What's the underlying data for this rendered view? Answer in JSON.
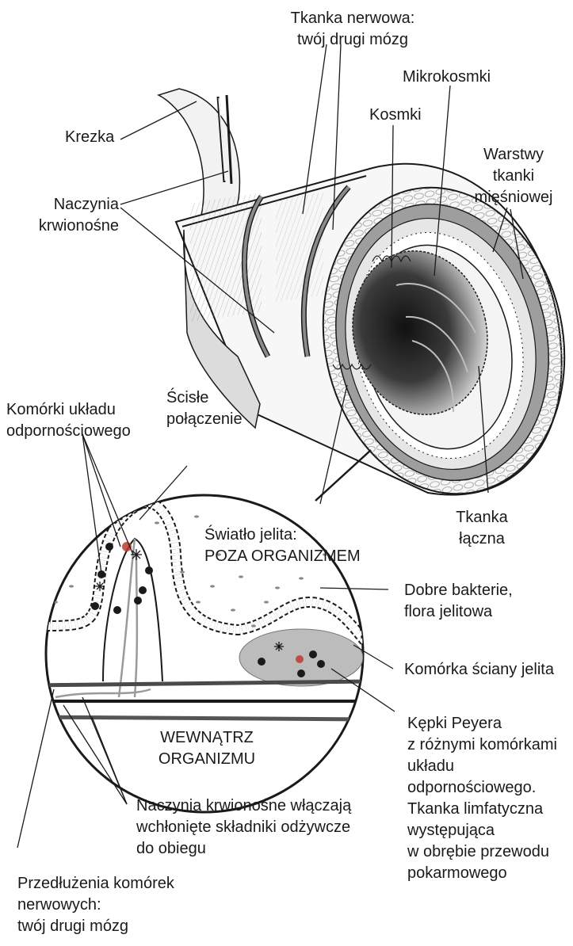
{
  "labels": {
    "nerve_tissue_top": [
      "Tkanka nerwowa:",
      "twój drugi mózg"
    ],
    "microvilli": [
      "Mikrokosmki"
    ],
    "villi": [
      "Kosmki"
    ],
    "mesentery": [
      "Krezka"
    ],
    "muscle_layers": [
      "Warstwy",
      "tkanki",
      "mięśniowej"
    ],
    "blood_vessels": [
      "Naczynia",
      "krwionośne"
    ],
    "immune_cells": [
      "Komórki układu",
      "odpornościowego"
    ],
    "tight_junction": [
      "Ścisłe",
      "połączenie"
    ],
    "connective_tissue": [
      "Tkanka",
      "łączna"
    ],
    "lumen": [
      "Światło jelita:",
      "POZA ORGANIZMEM"
    ],
    "good_bacteria": [
      "Dobre bakterie,",
      "flora jelitowa"
    ],
    "gut_wall_cell": [
      "Komórka ściany jelita"
    ],
    "inside_body": [
      "WEWNĄTRZ",
      "ORGANIZMU"
    ],
    "peyer_patches": [
      "Kępki Peyera",
      "z różnymi komórkami",
      "układu",
      "odpornościowego.",
      "Tkanka limfatyczna",
      "występująca",
      "w obrębie przewodu",
      "pokarmowego"
    ],
    "blood_vessels_absorb": [
      "Naczynia krwionośne włączają",
      "wchłonięte składniki odżywcze",
      "do obiegu"
    ],
    "nerve_extensions": [
      "Przedłużenia komórek",
      "nerwowych:",
      "twój drugi mózg"
    ]
  },
  "colors": {
    "ink": "#1a1a1a",
    "muscle": "#9a9a9a",
    "tissue": "#e8e8e8",
    "lumen_dark": "#2b2b2b",
    "immune_cell_red": "#c0392b",
    "bacteria": "#888888"
  }
}
